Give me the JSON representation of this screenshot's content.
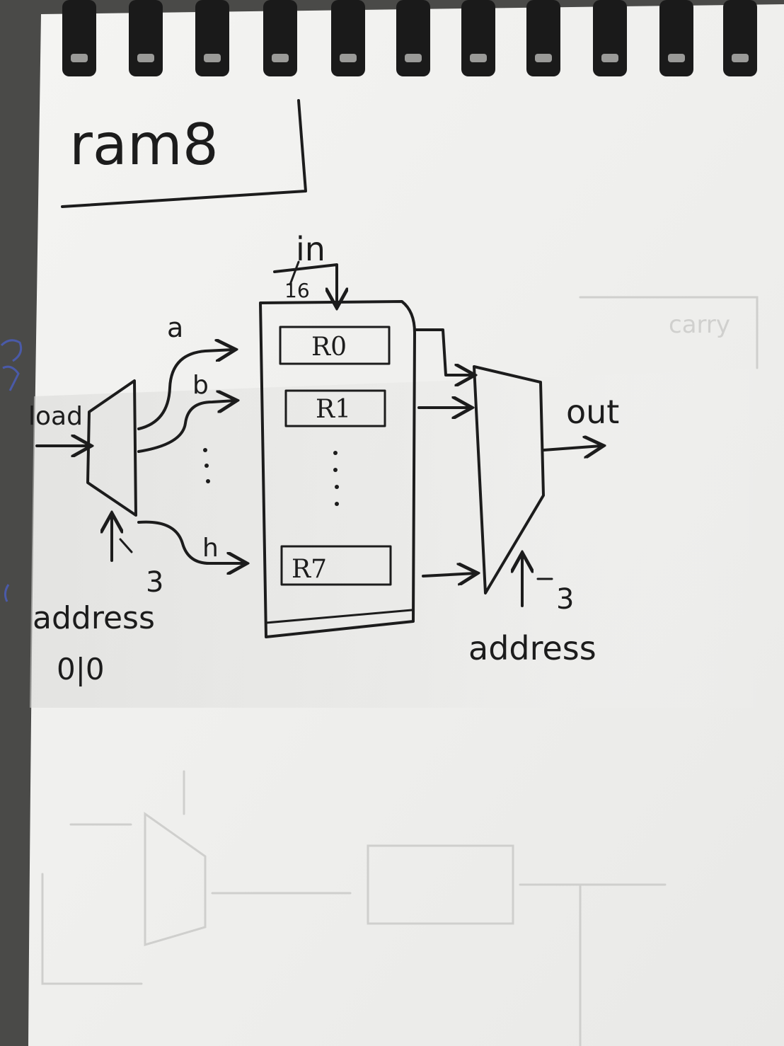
{
  "diagram": {
    "title": "ram8",
    "input_label": "in",
    "input_width": "16",
    "registers": [
      "R0",
      "R1",
      "R7"
    ],
    "demux": {
      "input_label": "load",
      "outputs": [
        "a",
        "b",
        "h"
      ],
      "select_width": "3",
      "select_label": "address",
      "note": "0|0"
    },
    "mux": {
      "output_label": "out",
      "select_width": "3",
      "select_label": "address"
    }
  }
}
